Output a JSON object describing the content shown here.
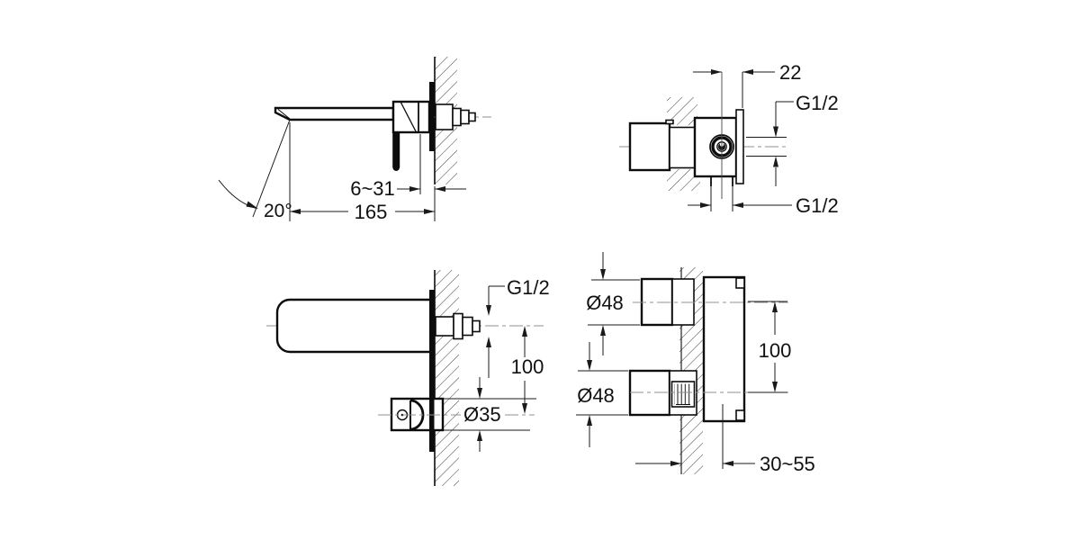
{
  "colors": {
    "background": "#ffffff",
    "line": "#0d0d0d",
    "centerline": "#909090"
  },
  "views": {
    "spout_side": {
      "dim_wall_range": "6~31",
      "dim_reach": "165",
      "dim_angle": "20°"
    },
    "valve_side": {
      "dim_center_to_wall": "22",
      "dim_outlet_thread": "G1/2",
      "dim_inlet_thread": "G1/2"
    },
    "spout_front": {
      "dim_outlet_thread": "G1/2",
      "dim_center_spacing": "100",
      "dim_trim_diameter": "Ø35"
    },
    "valve_front": {
      "dim_spout_diameter": "Ø48",
      "dim_handle_diameter": "Ø48",
      "dim_center_spacing": "100",
      "dim_depth_range": "30~55"
    }
  }
}
